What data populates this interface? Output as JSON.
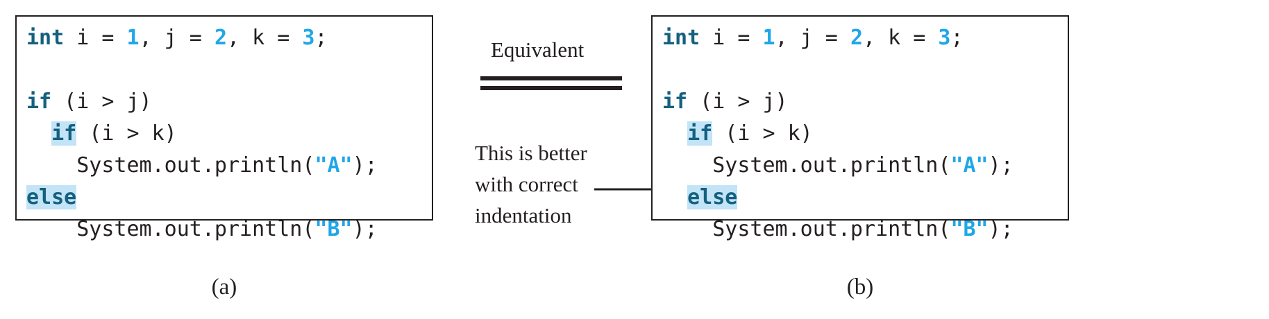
{
  "figure": {
    "type": "code-comparison-diagram",
    "colors": {
      "keyword": "#14607f",
      "literal": "#1fa7e8",
      "plain": "#231f20",
      "highlight_background": "#c3e3f7",
      "panel_border": "#231f20",
      "page_background": "#ffffff"
    },
    "captions": {
      "a": "(a)",
      "b": "(b)"
    }
  },
  "middle": {
    "equivalent_label": "Equivalent",
    "equals_symbol": "=",
    "note_lines": [
      "This is better",
      "with correct",
      "indentation"
    ],
    "arrow_direction": "right"
  },
  "panel_a": {
    "id": "a",
    "caption": "(a)",
    "lines": [
      {
        "index": 0,
        "text": "int i = 1, j = 2, k = 3;",
        "tokens": [
          {
            "t": "int",
            "k": "keyword"
          },
          {
            "t": " i = ",
            "k": "plain"
          },
          {
            "t": "1",
            "k": "literal"
          },
          {
            "t": ", j = ",
            "k": "plain"
          },
          {
            "t": "2",
            "k": "literal"
          },
          {
            "t": ", k = ",
            "k": "plain"
          },
          {
            "t": "3",
            "k": "literal"
          },
          {
            "t": ";",
            "k": "plain"
          }
        ]
      },
      {
        "index": 1,
        "text": "",
        "tokens": []
      },
      {
        "index": 2,
        "text": "if (i > j)",
        "tokens": [
          {
            "t": "if",
            "k": "keyword"
          },
          {
            "t": " (i > j)",
            "k": "plain"
          }
        ]
      },
      {
        "index": 3,
        "text": "  if (i > k)",
        "tokens": [
          {
            "t": "  ",
            "k": "plain"
          },
          {
            "t": "if",
            "k": "keyword",
            "hl": true
          },
          {
            "t": " (i > k)",
            "k": "plain"
          }
        ]
      },
      {
        "index": 4,
        "text": "    System.out.println(\"A\");",
        "tokens": [
          {
            "t": "    System.out.println(",
            "k": "plain"
          },
          {
            "t": "\"A\"",
            "k": "literal"
          },
          {
            "t": ");",
            "k": "plain"
          }
        ]
      },
      {
        "index": 5,
        "text": "else",
        "tokens": [
          {
            "t": "else",
            "k": "keyword",
            "hl": true
          }
        ]
      },
      {
        "index": 6,
        "text": "    System.out.println(\"B\");",
        "tokens": [
          {
            "t": "    System.out.println(",
            "k": "plain"
          },
          {
            "t": "\"B\"",
            "k": "literal"
          },
          {
            "t": ");",
            "k": "plain"
          }
        ]
      }
    ]
  },
  "panel_b": {
    "id": "b",
    "caption": "(b)",
    "lines": [
      {
        "index": 0,
        "text": "int i = 1, j = 2, k = 3;",
        "tokens": [
          {
            "t": "int",
            "k": "keyword"
          },
          {
            "t": " i = ",
            "k": "plain"
          },
          {
            "t": "1",
            "k": "literal"
          },
          {
            "t": ", j = ",
            "k": "plain"
          },
          {
            "t": "2",
            "k": "literal"
          },
          {
            "t": ", k = ",
            "k": "plain"
          },
          {
            "t": "3",
            "k": "literal"
          },
          {
            "t": ";",
            "k": "plain"
          }
        ]
      },
      {
        "index": 1,
        "text": "",
        "tokens": []
      },
      {
        "index": 2,
        "text": "if (i > j)",
        "tokens": [
          {
            "t": "if",
            "k": "keyword"
          },
          {
            "t": " (i > j)",
            "k": "plain"
          }
        ]
      },
      {
        "index": 3,
        "text": "  if (i > k)",
        "tokens": [
          {
            "t": "  ",
            "k": "plain"
          },
          {
            "t": "if",
            "k": "keyword",
            "hl": true
          },
          {
            "t": " (i > k)",
            "k": "plain"
          }
        ]
      },
      {
        "index": 4,
        "text": "    System.out.println(\"A\");",
        "tokens": [
          {
            "t": "    System.out.println(",
            "k": "plain"
          },
          {
            "t": "\"A\"",
            "k": "literal"
          },
          {
            "t": ");",
            "k": "plain"
          }
        ]
      },
      {
        "index": 5,
        "text": "  else",
        "tokens": [
          {
            "t": "  ",
            "k": "plain"
          },
          {
            "t": "else",
            "k": "keyword",
            "hl": true
          }
        ]
      },
      {
        "index": 6,
        "text": "    System.out.println(\"B\");",
        "tokens": [
          {
            "t": "    System.out.println(",
            "k": "plain"
          },
          {
            "t": "\"B\"",
            "k": "literal"
          },
          {
            "t": ");",
            "k": "plain"
          }
        ]
      }
    ]
  }
}
